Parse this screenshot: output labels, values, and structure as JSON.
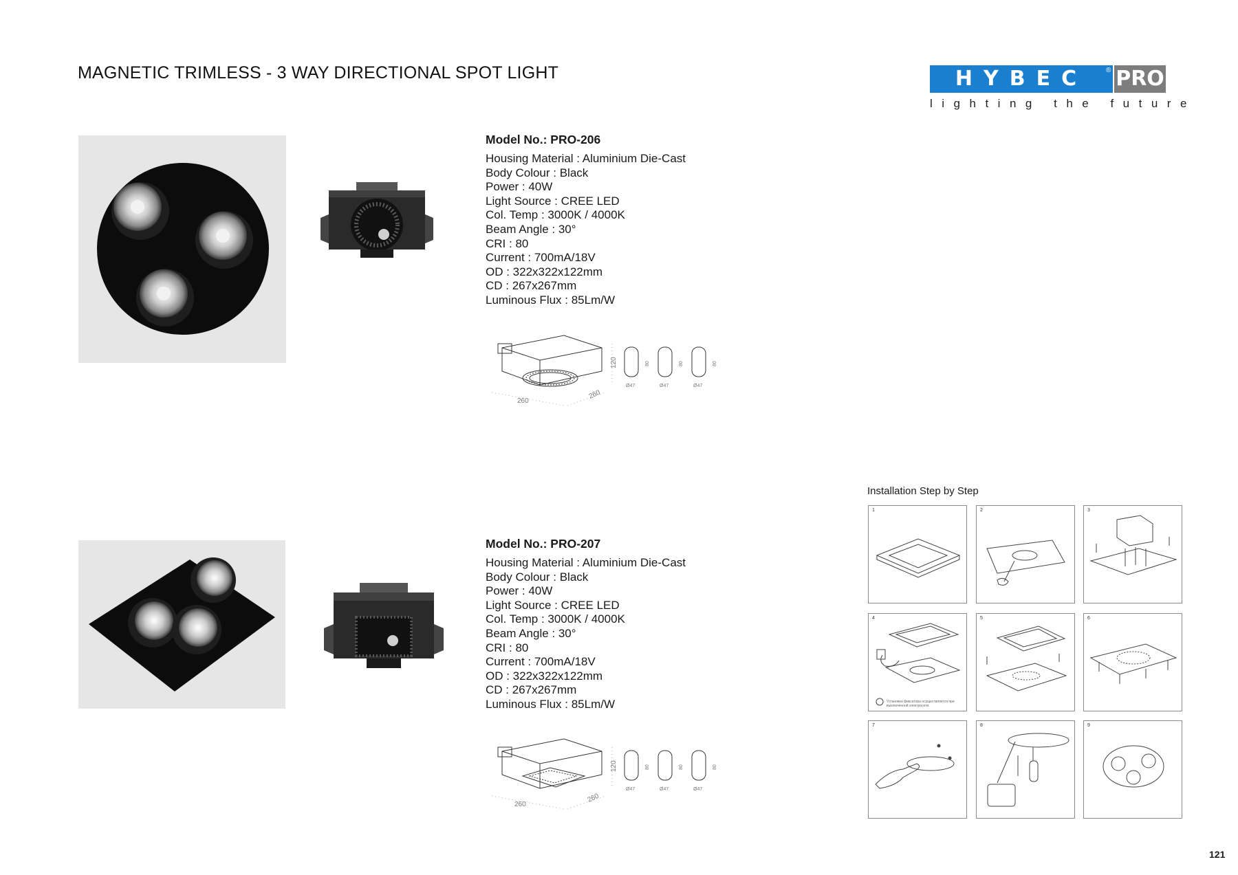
{
  "page_title": "MAGNETIC TRIMLESS - 3 WAY DIRECTIONAL SPOT LIGHT",
  "logo": {
    "word": "HYBEC",
    "pro": "PRO",
    "registered": "®",
    "tagline": "lighting the future",
    "colors": {
      "blue": "#1b7fcf",
      "gray": "#7d7d7d"
    }
  },
  "products": [
    {
      "model": "Model No.: PRO-206",
      "specs": [
        "Housing Material : Aluminium Die-Cast",
        "Body Colour : Black",
        "Power : 40W",
        "Light Source : CREE LED",
        "Col. Temp : 3000K / 4000K",
        "Beam Angle : 30°",
        "CRI : 80",
        "Current : 700mA/18V",
        "OD : 322x322x122mm",
        "CD : 267x267mm",
        "Luminous Flux : 85Lm/W"
      ],
      "drawing": {
        "dim_width": "260",
        "dim_depth": "260",
        "dim_height": "120",
        "module_height": "80",
        "module_diameter": "Ø47"
      }
    },
    {
      "model": "Model No.: PRO-207",
      "specs": [
        "Housing Material : Aluminium Die-Cast",
        "Body Colour : Black",
        "Power : 40W",
        "Light Source : CREE LED",
        "Col. Temp : 3000K / 4000K",
        "Beam Angle : 30°",
        "CRI : 80",
        "Current : 700mA/18V",
        "OD : 322x322x122mm",
        "CD : 267x267mm",
        "Luminous Flux : 85Lm/W"
      ],
      "drawing": {
        "dim_width": "260",
        "dim_depth": "260",
        "dim_height": "120",
        "module_height": "80",
        "module_diameter": "Ø47"
      }
    }
  ],
  "installation": {
    "title": "Installation Step by Step",
    "steps": [
      "1",
      "2",
      "3",
      "4",
      "5",
      "6",
      "7",
      "8",
      "9"
    ],
    "warning_line1": "Установка фиксатора осуществляется при",
    "warning_line2": "выключенной электросети"
  },
  "page_number": "121"
}
